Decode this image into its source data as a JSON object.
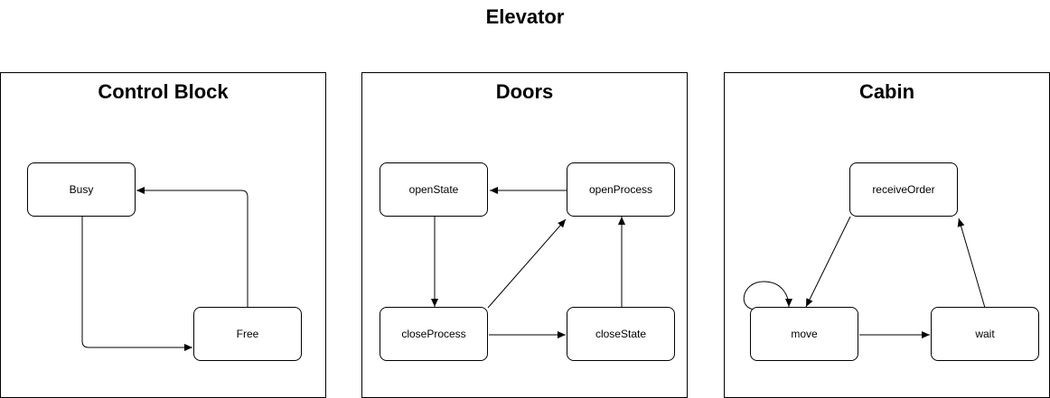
{
  "title": "Elevator",
  "panels": [
    {
      "title": "Control Block",
      "states": [
        "Busy",
        "Free"
      ]
    },
    {
      "title": "Doors",
      "states": [
        "openState",
        "openProcess",
        "closeProcess",
        "closeState"
      ]
    },
    {
      "title": "Cabin",
      "states": [
        "receiveOrder",
        "move",
        "wait"
      ]
    }
  ],
  "transitions": [
    {
      "from": "Busy",
      "to": "Free"
    },
    {
      "from": "Free",
      "to": "Busy"
    },
    {
      "from": "openProcess",
      "to": "openState"
    },
    {
      "from": "openState",
      "to": "closeProcess"
    },
    {
      "from": "closeProcess",
      "to": "openProcess"
    },
    {
      "from": "closeProcess",
      "to": "closeState"
    },
    {
      "from": "closeState",
      "to": "openProcess"
    },
    {
      "from": "receiveOrder",
      "to": "move"
    },
    {
      "from": "move",
      "to": "move"
    },
    {
      "from": "move",
      "to": "wait"
    },
    {
      "from": "wait",
      "to": "receiveOrder"
    }
  ]
}
